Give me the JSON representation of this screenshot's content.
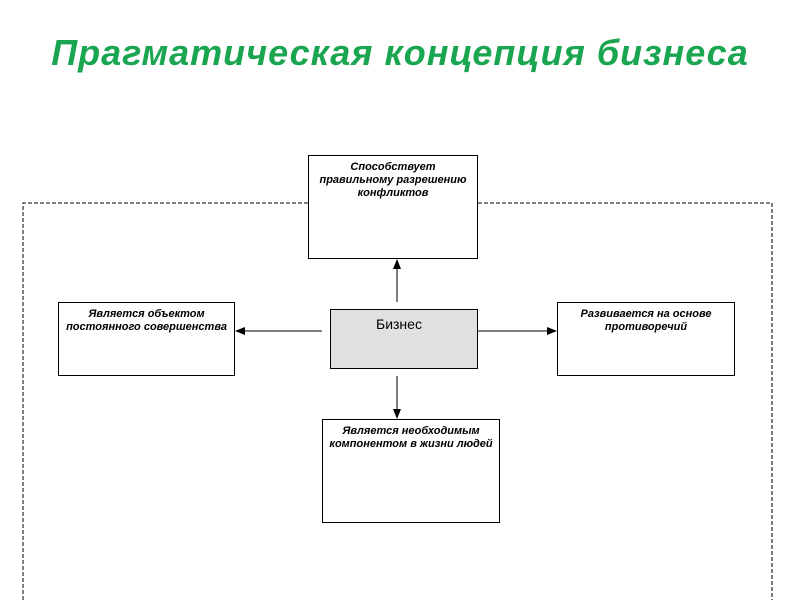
{
  "title": "Прагматическая концепция бизнеса",
  "diagram": {
    "center": "Бизнес",
    "top": "Способствует правильному разрешению конфликтов",
    "left": "Является объектом постоянного совершенства",
    "right": "Развивается на основе противоречий",
    "bottom": "Является необходимым компонентом в жизни людей"
  },
  "colors": {
    "title": "#1aa651",
    "center_fill": "#e0e0e0",
    "stroke": "#000000"
  }
}
